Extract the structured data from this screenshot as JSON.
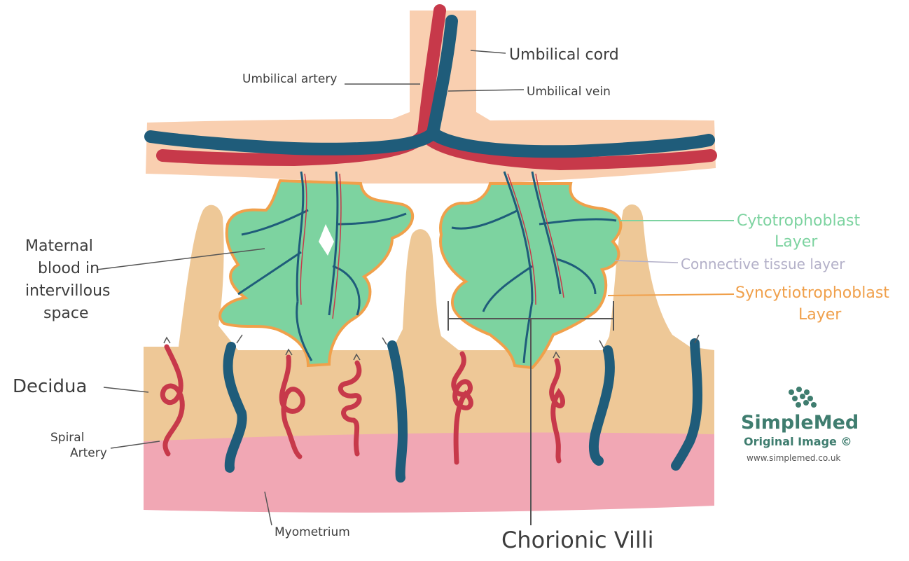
{
  "labels": {
    "umbilical_cord": "Umbilical cord",
    "umbilical_artery": "Umbilical artery",
    "umbilical_vein": "Umbilical vein",
    "maternal_blood": [
      "Maternal",
      "blood in",
      "intervillous",
      "space"
    ],
    "cytotrophoblast": [
      "Cytotrophoblast",
      "Layer"
    ],
    "connective_tissue": "Connective tissue layer",
    "syncytiotrophoblast": [
      "Syncytiotrophoblast",
      "Layer"
    ],
    "decidua": "Decidua",
    "spiral_artery": [
      "Spiral",
      "Artery"
    ],
    "myometrium": "Myometrium",
    "chorionic_villi": "Chorionic Villi"
  },
  "watermark": {
    "brand": "SimpleMed",
    "subtitle": "Original Image ©",
    "url": "www.simplemed.co.uk"
  },
  "colors": {
    "cord": "#f9cfb0",
    "artery": "#c7394a",
    "vein": "#1f5c7a",
    "decidua": "#eec897",
    "myometrium": "#f1a7b4",
    "villus_core": "#7dd3a0",
    "villus_edge": "#f0a04b",
    "connective": "#a9a6c4",
    "label_line": "#555555"
  }
}
